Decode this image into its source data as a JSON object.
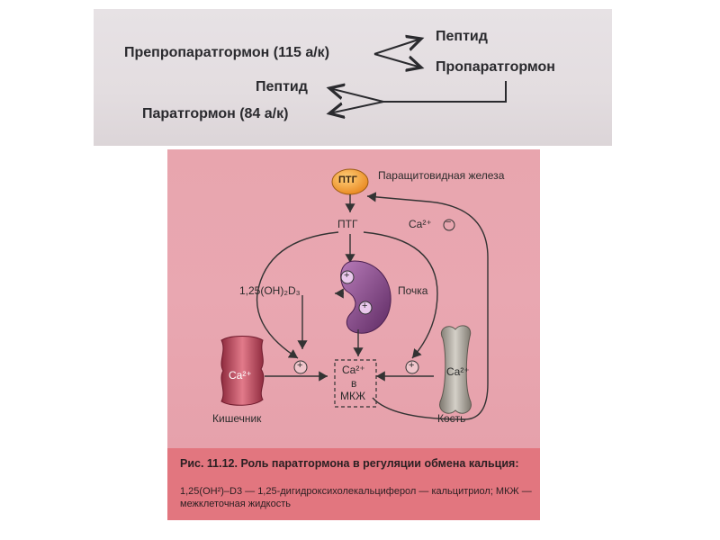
{
  "top_scheme": {
    "preproparathormone": "Препропаратгормон (115 а/к)",
    "peptide_1": "Пептид",
    "proparathormone": "Пропаратгормон",
    "peptide_2": "Пептид",
    "parathormone": "Паратгормон (84 а/к)"
  },
  "figure": {
    "ptg_node": "ПТГ",
    "gland_label": "Паращитовидная железа",
    "ptg_center": "ПТГ",
    "ca_feedback": "Ca²⁺",
    "minus_sign": "−",
    "calcitriol_label": "1,25(OH)₂D₃",
    "kidney_label": "Почка",
    "plus_sign": "+",
    "intestine_ca": "Ca²⁺",
    "intestine_label": "Кишечник",
    "ecf_ca": "Ca²⁺",
    "ecf_in": "в",
    "ecf_label": "МКЖ",
    "bone_ca": "Ca²⁺",
    "bone_label": "Кость"
  },
  "caption": {
    "title": "Рис. 11.12. Роль паратгормона в регуляции обмена кальция:",
    "body": "1,25(OH²)–D3 — 1,25-дигидроксихолекальциферол — кальцитриол; МКЖ — межклеточная жидкость"
  },
  "colors": {
    "figure_bg": "#e8a5ae",
    "caption_bg": "#e2767f",
    "ptg_node": "#f4a23a",
    "kidney": "#7a3d7e",
    "intestine": "#c84a5e",
    "bone": "#a8a39a"
  }
}
